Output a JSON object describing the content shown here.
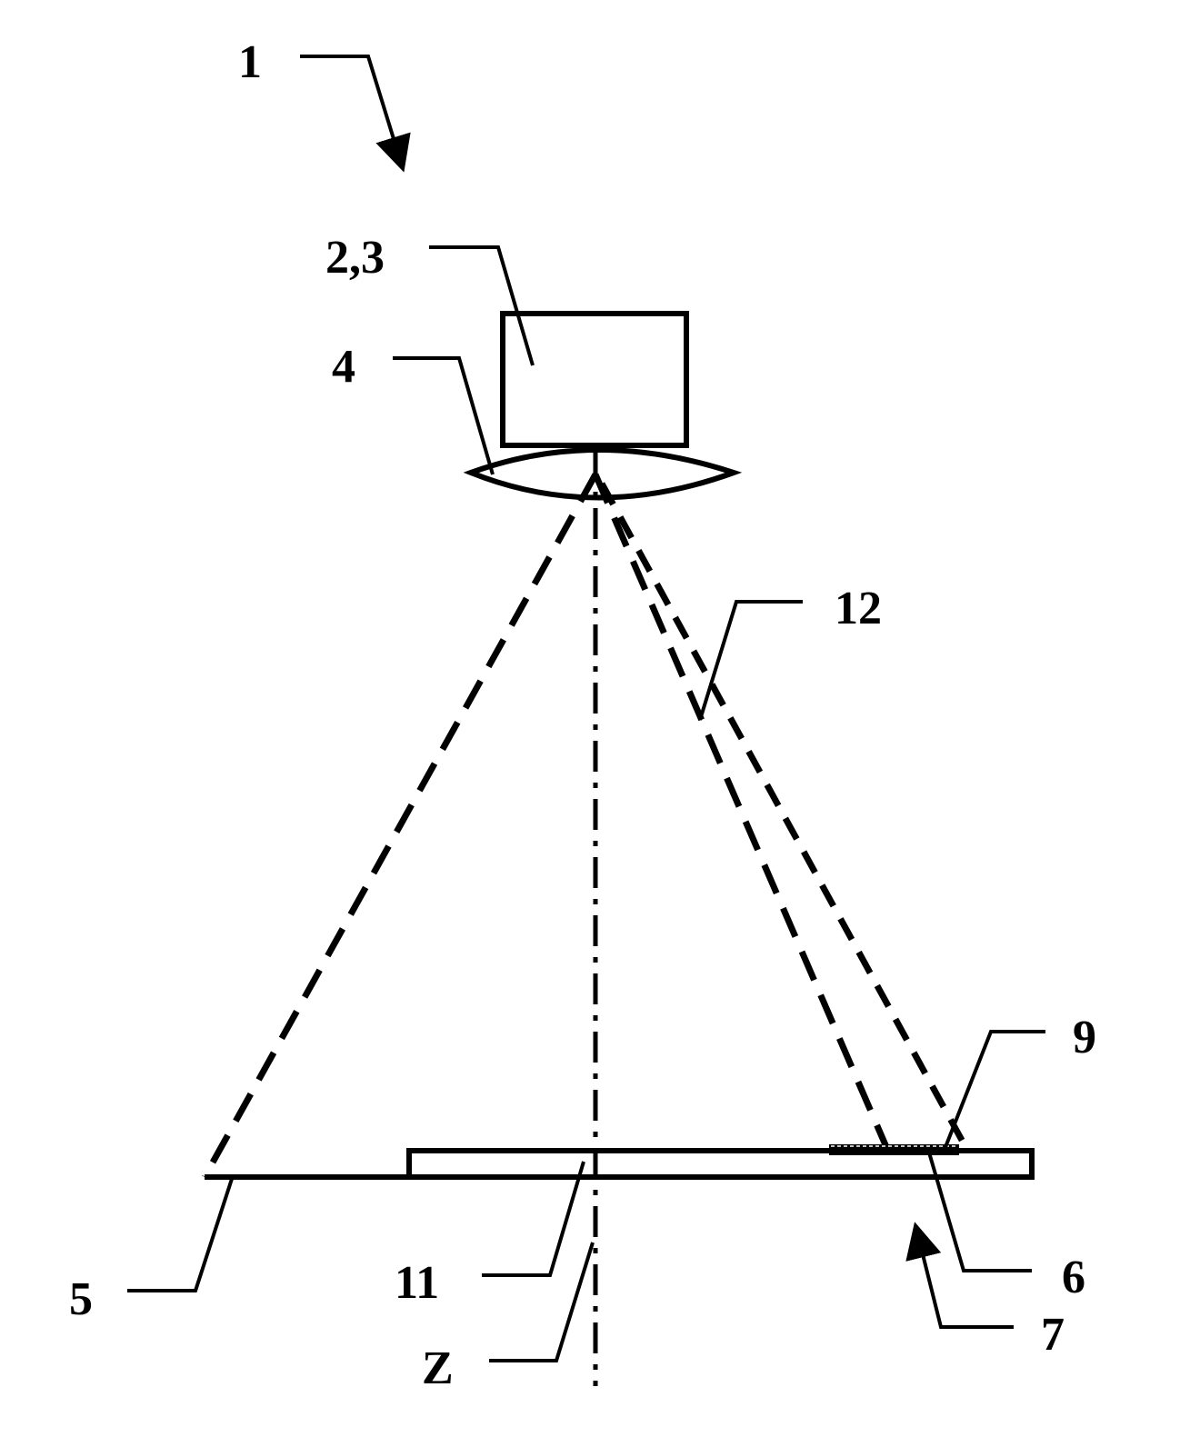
{
  "figure": {
    "labels": {
      "system": "1",
      "camera": "2,3",
      "lens": "4",
      "field_edge": "5",
      "object": "6",
      "support": "7",
      "region": "9",
      "plate": "11",
      "beam": "12",
      "axis": "Z"
    },
    "colors": {
      "ink": "#000000",
      "background": "#ffffff"
    }
  }
}
